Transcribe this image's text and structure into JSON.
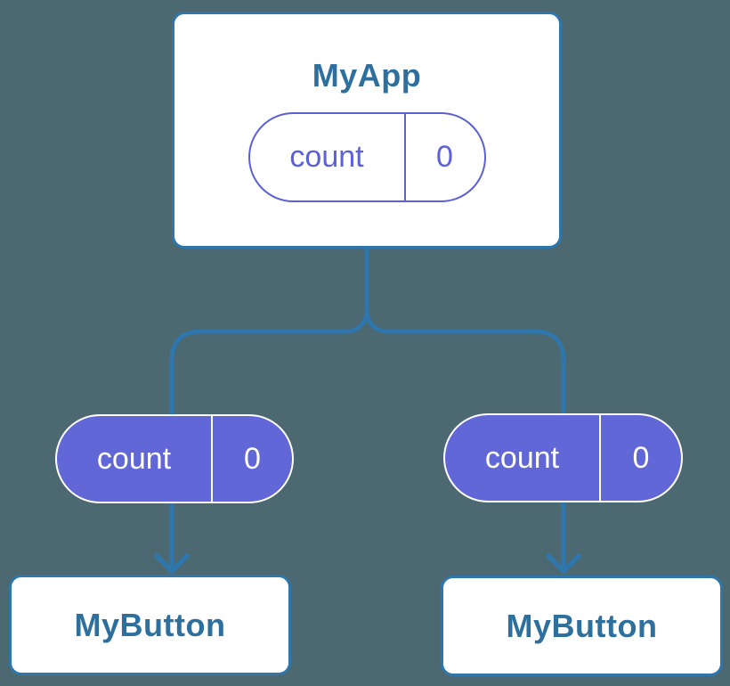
{
  "diagram": {
    "root": {
      "title": "MyApp",
      "state": {
        "label": "count",
        "value": "0"
      }
    },
    "props_left": {
      "label": "count",
      "value": "0"
    },
    "props_right": {
      "label": "count",
      "value": "0"
    },
    "child_left": {
      "title": "MyButton"
    },
    "child_right": {
      "title": "MyButton"
    }
  },
  "colors": {
    "background": "#4C6971",
    "connector": "#2E76AB",
    "node_border": "#2E76AB",
    "node_background": "#FFFFFF",
    "node_title": "#2D6F9D",
    "pill_purple": "#5C61D6",
    "pill_fill": "#6267D8",
    "pill_text_on_fill": "#FFFFFF"
  }
}
